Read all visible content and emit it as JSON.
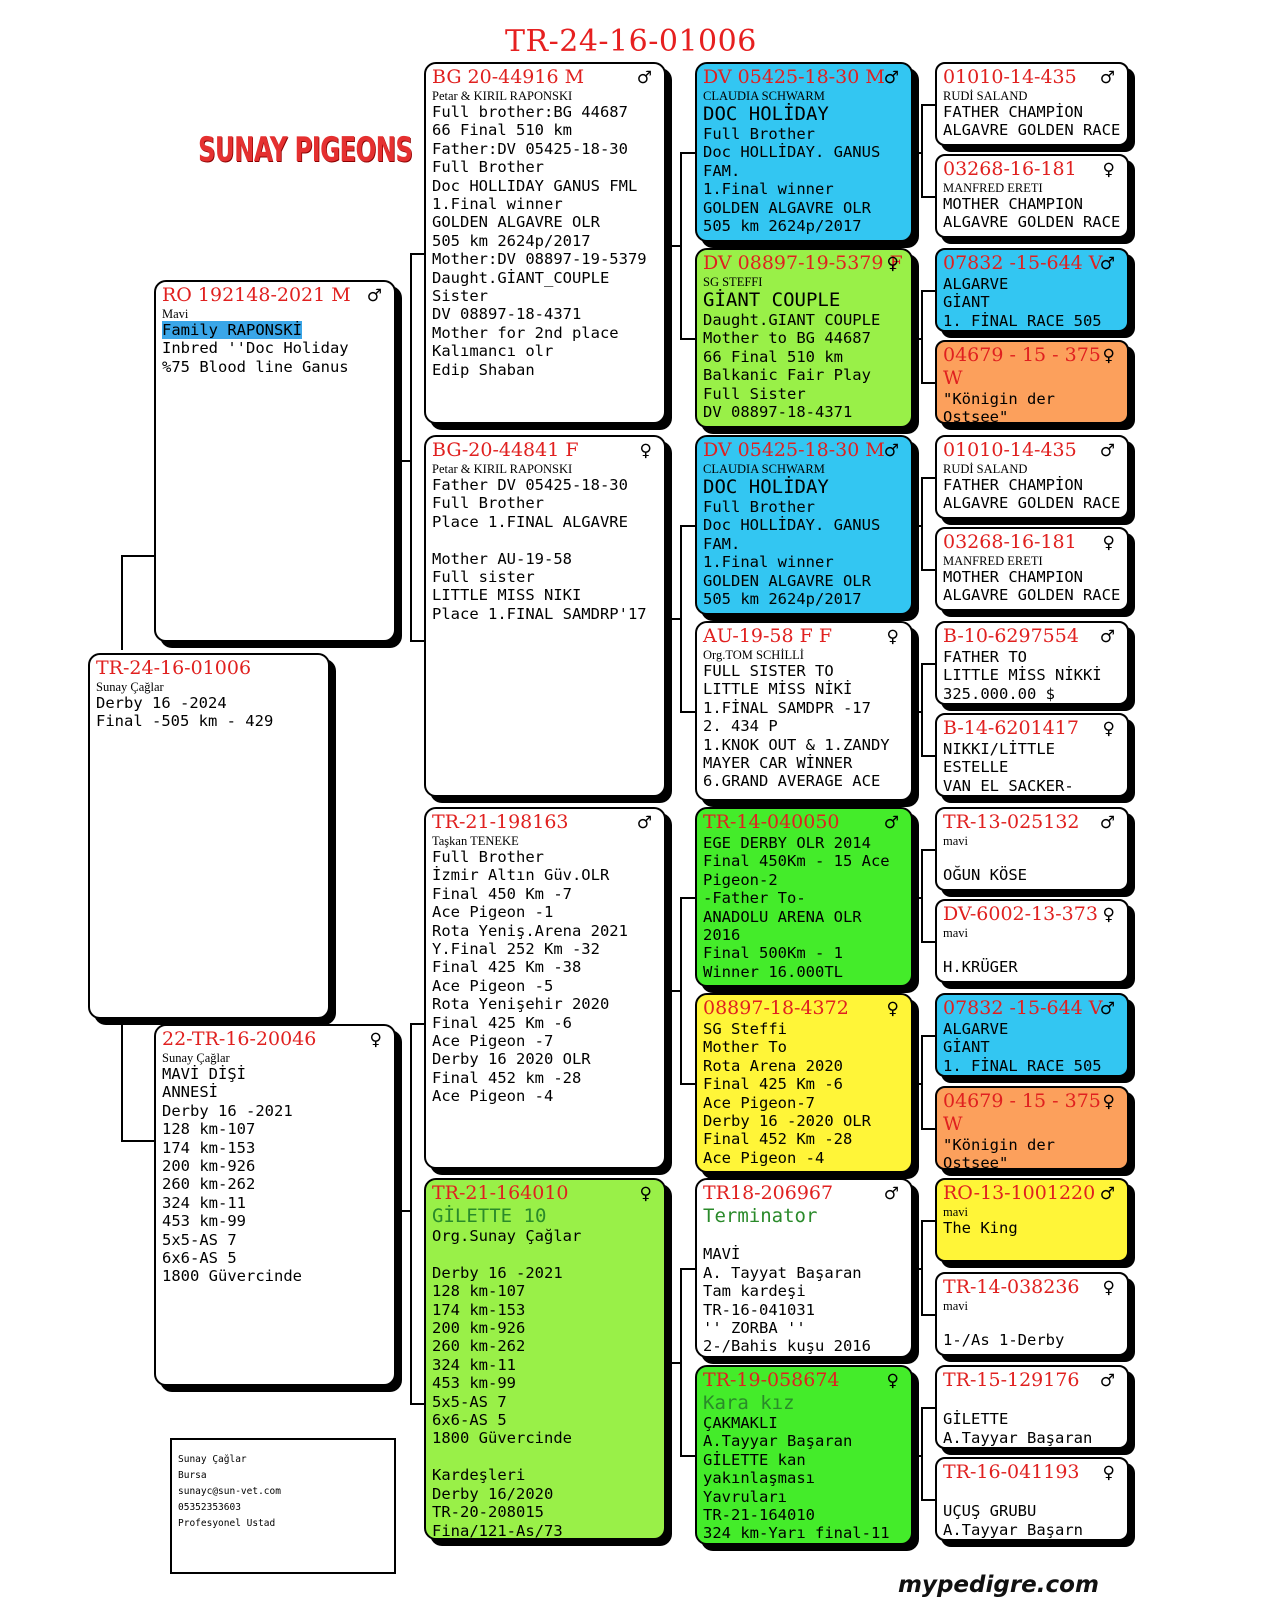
{
  "header": {
    "title": "TR-24-16-01006",
    "logo": "SUNAY PIGEONS",
    "footer": "mypedigre.com"
  },
  "contact": [
    "Sunay Çağlar",
    "Bursa",
    "sunayc@sun-vet.com",
    "05352353603",
    "Profesyonel Ustad"
  ],
  "colors": {
    "red_text": "#e0201f",
    "blue": "#33c6f2",
    "lime": "#99f048",
    "green": "#44ec2a",
    "yellow": "#fff538",
    "orange": "#fca05c"
  },
  "subject": {
    "ring": "TR-24-16-01006",
    "owner": "Sunay Çağlar",
    "lines": [
      "Derby 16 -2024",
      "Final -505 km - 429"
    ]
  },
  "sire": {
    "ring": "RO 192148-2021 M",
    "sex": "♂",
    "owner": "Mavi",
    "highlight": "Family RAPONSKİ",
    "lines": [
      "Inbred ''Doc Holiday",
      "%75 Blood line Ganus"
    ]
  },
  "dam": {
    "ring": "22-TR-16-20046",
    "sex": "♀",
    "owner": "Sunay Çağlar",
    "lines": [
      "MAVİ DİŞİ",
      "ANNESİ",
      "Derby 16 -2021",
      "128 km-107",
      "174 km-153",
      "200 km-926",
      "260 km-262",
      "324 km-11",
      "453 km-99",
      "5x5-AS 7",
      "6x6-AS 5",
      "1800 Güvercinde"
    ]
  },
  "grandparents": [
    {
      "ring": "BG 20-44916 M",
      "sex": "♂",
      "owner": "Petar & KIRIL RAPONSKI",
      "lines": [
        "Full brother:BG 44687",
        "66 Final 510 km",
        "Father:DV 05425-18-30",
        "Full Brother",
        "Doc HOLLIDAY GANUS FML",
        "1.Final winner",
        "GOLDEN ALGAVRE OLR",
        "505 km 2624p/2017",
        "Mother:DV 08897-19-5379",
        "Daught.GİANT_COUPLE",
        "Sister",
        "DV 08897-18-4371",
        "Mother for 2nd place",
        "Kalımancı olr",
        "Edip Shaban"
      ]
    },
    {
      "ring": "BG-20-44841 F",
      "sex": "♀",
      "owner": "Petar & KIRIL RAPONSKI",
      "lines": [
        "Father DV 05425-18-30",
        "Full Brother",
        "Place 1.FINAL ALGAVRE",
        "",
        "Mother AU-19-58",
        "Full sister",
        "LITTLE MISS NIKI",
        "Place 1.FINAL SAMDRP'17"
      ]
    },
    {
      "ring": "TR-21-198163",
      "sex": "♂",
      "owner": "Taşkan TENEKE",
      "lines": [
        "Full Brother",
        "İzmir Altın Güv.OLR",
        "Final 450 Km -7",
        "Ace Pigeon -1",
        "Rota Yeniş.Arena 2021",
        "Y.Final 252 Km -32",
        "Final 425 Km -38",
        "Ace Pigeon -5",
        "Rota Yenişehir 2020",
        "Final 425 Km -6",
        "Ace Pigeon -7",
        "Derby 16  2020 OLR",
        "Final 452 km -28",
        "Ace Pigeon -4"
      ]
    },
    {
      "ring": "TR-21-164010",
      "sex": "♀",
      "name": "GİLETTE 10",
      "owner": "",
      "lines": [
        "Org.Sunay Çağlar",
        "",
        "Derby 16 -2021",
        "128 km-107",
        "174 km-153",
        "200 km-926",
        "260 km-262",
        "324 km-11",
        "453 km-99",
        "5x5-AS 7",
        "6x6-AS 5",
        "1800 Güvercinde",
        "",
        "Kardeşleri",
        "Derby 16/2020",
        "TR-20-208015",
        "Fina/121-As/73"
      ]
    }
  ],
  "ggparents": [
    {
      "ring": "DV 05425-18-30 M",
      "sex": "♂",
      "owner": "CLAUDIA SCHWARM",
      "big": "DOC HOLİDAY",
      "lines": [
        "Full Brother",
        "Doc HOLLİDAY. GANUS",
        "FAM.",
        "1.Final winner",
        "GOLDEN ALGAVRE OLR",
        "505 km 2624p/2017"
      ]
    },
    {
      "ring": "DV 08897-19-5379 F",
      "sex": "♀",
      "owner": "SG STEFFI",
      "big": "GİANT COUPLE",
      "lines": [
        "Daught.GIANT COUPLE",
        "Mother to BG 44687",
        "66 Final 510 km",
        "Balkanic Fair Play",
        "Full Sister",
        "DV 08897-18-4371"
      ]
    },
    {
      "ring": "DV 05425-18-30 M",
      "sex": "♂",
      "owner": "CLAUDIA SCHWARM",
      "big": "DOC HOLİDAY",
      "lines": [
        "Full Brother",
        "Doc HOLLİDAY. GANUS",
        "FAM.",
        "1.Final winner",
        "GOLDEN ALGAVRE OLR",
        "505 km 2624p/2017"
      ]
    },
    {
      "ring": "AU-19-58 F F",
      "sex": "♀",
      "owner": "Org.TOM SCHİLLİ",
      "big": "",
      "lines": [
        "FULL SISTER TO",
        "LITTLE MİSS NİKİ",
        "1.FİNAL SAMDPR -17",
        "2. 434 P",
        "1.KNOK OUT & 1.ZANDY",
        "MAYER CAR WİNNER",
        "6.GRAND AVERAGE ACE"
      ]
    },
    {
      "ring": "TR-14-040050",
      "sex": "♂",
      "owner": "",
      "big": "",
      "lines": [
        "EGE DERBY OLR 2014",
        "Final 450Km - 15 Ace",
        "Pigeon-2",
        "-Father To-",
        "ANADOLU ARENA OLR",
        "2016",
        "Final 500Km - 1",
        "Winner 16.000TL"
      ]
    },
    {
      "ring": "08897-18-4372",
      "sex": "♀",
      "owner": "",
      "big": "",
      "lines": [
        "SG Steffi",
        "Mother To",
        "Rota Arena 2020",
        "Final 425 Km -6",
        "Ace Pigeon-7",
        "Derby 16 -2020 OLR",
        "Final 452 Km -28",
        "Ace Pigeon -4"
      ]
    },
    {
      "ring": "TR18-206967",
      "sex": "♂",
      "owner": "",
      "name": "Terminator",
      "big": "",
      "lines": [
        "",
        "MAVİ",
        "A. Tayyat Başaran",
        "Tam kardeşi",
        "TR-16-041031",
        "'' ZORBA ''",
        "2-/Bahis kuşu 2016"
      ]
    },
    {
      "ring": "TR-19-058674",
      "sex": "♀",
      "owner": "",
      "name": "Kara kız",
      "big": "",
      "lines": [
        "ÇAKMAKLI",
        "A.Tayyar Başaran",
        "GİLETTE kan",
        "yakınlaşması",
        "Yavruları",
        "TR-21-164010",
        "324 km-Yarı final-11"
      ]
    }
  ],
  "gggparents": [
    {
      "ring": "01010-14-435",
      "sex": "♂",
      "owner": "RUDİ SALAND",
      "lines": [
        "FATHER CHAMPİON",
        "ALGAVRE GOLDEN RACE"
      ]
    },
    {
      "ring": "03268-16-181",
      "sex": "♀",
      "owner": "MANFRED ERETI",
      "lines": [
        "MOTHER CHAMPION",
        "ALGAVRE GOLDEN RACE"
      ]
    },
    {
      "ring": "07832 -15-644 V",
      "sex": "♂",
      "owner": "",
      "lines": [
        "   ALGARVE",
        "GİANT",
        "1. FİNAL RACE 505"
      ]
    },
    {
      "ring": "04679 - 15 - 375",
      "sex": "♀",
      "owner": "",
      "red2": "W",
      "lines": [
        "\"Königin der",
        "Ostsee\""
      ]
    },
    {
      "ring": "01010-14-435",
      "sex": "♂",
      "owner": "RUDİ SALAND",
      "lines": [
        "FATHER CHAMPİON",
        "ALGAVRE GOLDEN RACE"
      ]
    },
    {
      "ring": "03268-16-181",
      "sex": "♀",
      "owner": "MANFRED ERETI",
      "lines": [
        "MOTHER CHAMPION",
        "ALGAVRE GOLDEN RACE"
      ]
    },
    {
      "ring": "B-10-6297554",
      "sex": "♂",
      "owner": "",
      "lines": [
        "FATHER TO",
        "LITTLE MİSS NİKKİ",
        "325.000.00 $"
      ]
    },
    {
      "ring": "B-14-6201417",
      "sex": "♀",
      "owner": "",
      "lines": [
        "NIKKI/LİTTLE",
        "ESTELLE",
        "VAN EL SACKER-"
      ]
    },
    {
      "ring": "TR-13-025132",
      "sex": "♂",
      "owner": "mavi",
      "lines": [
        "",
        "OĞUN KÖSE"
      ]
    },
    {
      "ring": "DV-6002-13-373",
      "sex": "♀",
      "owner": "mavi",
      "lines": [
        "",
        "H.KRÜGER"
      ]
    },
    {
      "ring": "07832 -15-644 V",
      "sex": "♂",
      "owner": "",
      "lines": [
        "   ALGARVE",
        "GİANT",
        "1. FİNAL RACE 505"
      ]
    },
    {
      "ring": "04679 - 15 - 375",
      "sex": "♀",
      "owner": "",
      "red2": "W",
      "lines": [
        "\"Königin der",
        "Ostsee\""
      ]
    },
    {
      "ring": "RO-13-1001220",
      "sex": "♂",
      "owner": "mavi",
      "lines": [
        "The King"
      ]
    },
    {
      "ring": "TR-14-038236",
      "sex": "♀",
      "owner": "mavi",
      "lines": [
        "",
        "1-/As 1-Derby"
      ]
    },
    {
      "ring": "TR-15-129176",
      "sex": "♂",
      "owner": "",
      "lines": [
        "",
        "GİLETTE",
        "A.Tayyar Başaran"
      ]
    },
    {
      "ring": "TR-16-041193",
      "sex": "♀",
      "owner": "",
      "lines": [
        "",
        "UÇUŞ GRUBU",
        "A.Tayyar Başarn"
      ]
    }
  ]
}
